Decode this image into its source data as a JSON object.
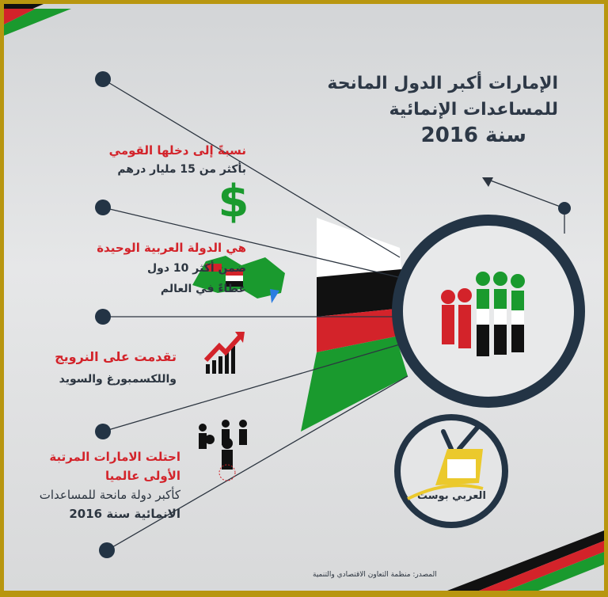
{
  "title": {
    "line1": "الإمارات أكبر الدول المانحة",
    "line2": "للمساعدات الإنمائية",
    "line3": "سنة 2016"
  },
  "facts": [
    {
      "heading": "نسبةً إلى دخلها القومي",
      "body": "بأكثر من 15 مليار درهم",
      "icon": "dollar-icon"
    },
    {
      "heading": "هي الدولة العربية الوحيدة",
      "body1": "ضمن أكثر 10 دول",
      "body2": "عطاءً في العالم",
      "icon": "arab-world-map-icon"
    },
    {
      "heading": "تقدمت على النرويج",
      "body": "واللكسمبورغ والسويد",
      "icon": "growth-chart-icon"
    },
    {
      "heading1": "احتلت الامارات المرتبة",
      "heading2": "الأولى عالميا",
      "body1": "كأكبر دولة مانحة للمساعدات",
      "body2": "الانمائية سنة 2016",
      "icon": "people-network-icon"
    }
  ],
  "logo": {
    "name": "العربي بوست"
  },
  "source": "المصدر: منظمة التعاون الاقتصادي والتنمية",
  "colors": {
    "border": "#b8960f",
    "navy": "#233445",
    "red": "#d3232a",
    "green": "#1a9a2e",
    "black": "#111111"
  }
}
